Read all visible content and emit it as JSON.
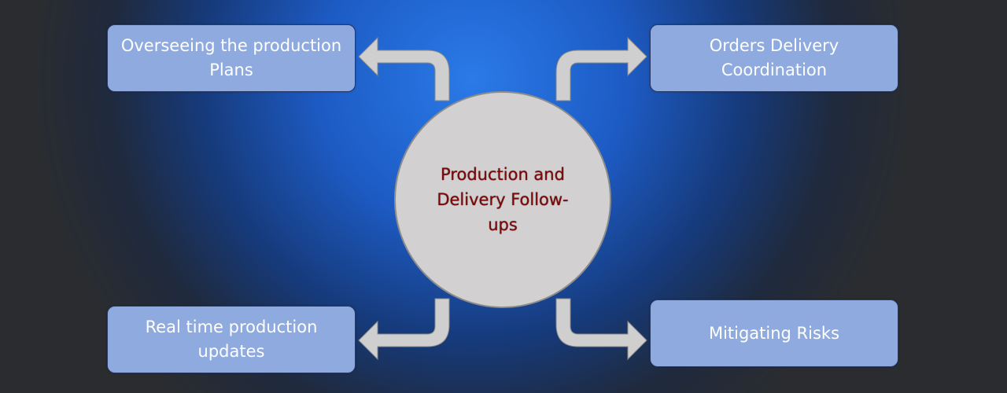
{
  "center": {
    "label": "Production and Delivery Follow-ups"
  },
  "nodes": {
    "top_left": "Overseeing the production Plans",
    "top_right": "Orders Delivery Coordination",
    "bottom_left": "Real time production updates",
    "bottom_right": "Mitigating Risks"
  },
  "colors": {
    "box_fill": "#8eaadf",
    "circle_fill": "#d2d0d1",
    "center_text": "#7a0a0a",
    "arrow_fill": "#d0cfd0",
    "background_center": "#2a7ae8",
    "background_edge": "#2a2c30"
  }
}
